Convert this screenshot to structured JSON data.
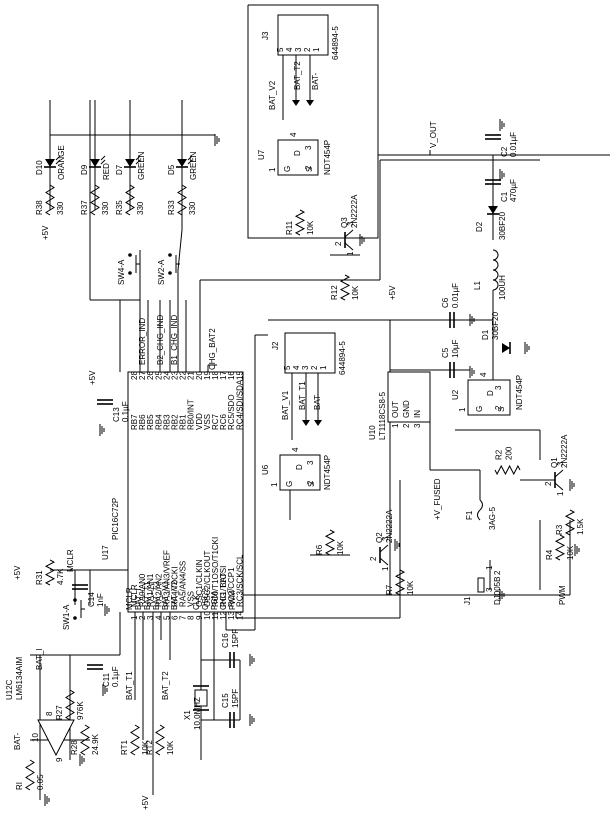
{
  "u17": {
    "ref": "U17",
    "part": "PIC16C72P",
    "left_pins": [
      {
        "name": "MCLR",
        "num": "1"
      },
      {
        "name": "RA0/AN0",
        "num": "2"
      },
      {
        "name": "RA1/AN1",
        "num": "3"
      },
      {
        "name": "RA2/AN2",
        "num": "4"
      },
      {
        "name": "RA3/AN3/VREF",
        "num": "5"
      },
      {
        "name": "RA4/T0CKI",
        "num": "6"
      },
      {
        "name": "RA5/AN4/SS",
        "num": "7"
      },
      {
        "name": "VSS",
        "num": "8"
      },
      {
        "name": "OSC1/CLKIN",
        "num": "9"
      },
      {
        "name": "OSC2/CLKOUT",
        "num": "10"
      },
      {
        "name": "RC0/T1OSO/T1CKI",
        "num": "11"
      },
      {
        "name": "RC1/T1OSI",
        "num": "12"
      },
      {
        "name": "RC2/CCP1",
        "num": "13"
      },
      {
        "name": "RC3/SCK/SCL",
        "num": "14"
      }
    ],
    "right_pins": [
      {
        "name": "RB7",
        "num": "28"
      },
      {
        "name": "RB6",
        "num": "27"
      },
      {
        "name": "RB5",
        "num": "26"
      },
      {
        "name": "RB4",
        "num": "25"
      },
      {
        "name": "RB3",
        "num": "24"
      },
      {
        "name": "RB2",
        "num": "23"
      },
      {
        "name": "RB1",
        "num": "22"
      },
      {
        "name": "RB0/INT",
        "num": "21"
      },
      {
        "name": "VDD",
        "num": "20"
      },
      {
        "name": "VSS",
        "num": "19"
      },
      {
        "name": "RC7",
        "num": "18"
      },
      {
        "name": "RC6",
        "num": "17"
      },
      {
        "name": "RC5/SDO",
        "num": "16"
      },
      {
        "name": "RC4/SDI/SDA",
        "num": "15"
      }
    ]
  },
  "u12": {
    "ref": "U12C",
    "part": "LM6134AIM",
    "pins": [
      "8",
      "9",
      "10"
    ]
  },
  "u10": {
    "ref": "U10",
    "part": "LT1118CS8-5",
    "pins": [
      "OUT",
      "GND",
      "IN"
    ],
    "pin_nums": [
      "1",
      "2",
      "3"
    ]
  },
  "fets": [
    {
      "ref": "U7",
      "part": "NDT454P",
      "pins": [
        "G",
        "D",
        "S"
      ],
      "nums": [
        "1",
        "2",
        "3",
        "4"
      ]
    },
    {
      "ref": "U6",
      "part": "NDT454P",
      "pins": [
        "G",
        "D",
        "S"
      ],
      "nums": [
        "1",
        "2",
        "3",
        "4"
      ]
    },
    {
      "ref": "U2",
      "part": "NDT454P",
      "pins": [
        "G",
        "D",
        "S"
      ],
      "nums": [
        "1",
        "2",
        "3",
        "4"
      ]
    }
  ],
  "connectors": [
    {
      "ref": "J3",
      "part": "644894-5",
      "pins": [
        "5",
        "4",
        "3",
        "2",
        "1"
      ]
    },
    {
      "ref": "J2",
      "part": "644894-5",
      "pins": [
        "5",
        "4",
        "3",
        "2",
        "1"
      ]
    },
    {
      "ref": "J1",
      "part": "DJ005B",
      "pins": [
        "1",
        "2",
        "3"
      ]
    }
  ],
  "transistors": [
    {
      "ref": "Q3",
      "part": "2N2222A",
      "pins": [
        "1",
        "2",
        "3"
      ]
    },
    {
      "ref": "Q2",
      "part": "2N2222A",
      "pins": [
        "1",
        "2",
        "3"
      ]
    },
    {
      "ref": "Q1",
      "part": "2N2222A",
      "pins": [
        "1",
        "2",
        "3"
      ]
    }
  ],
  "resistors": [
    {
      "ref": "R38",
      "value": "330"
    },
    {
      "ref": "R37",
      "value": "330"
    },
    {
      "ref": "R35",
      "value": "330"
    },
    {
      "ref": "R33",
      "value": "330"
    },
    {
      "ref": "R31",
      "value": "4.7K"
    },
    {
      "ref": "R27",
      "value": "976K"
    },
    {
      "ref": "R28",
      "value": "24.9K"
    },
    {
      "ref": "RI",
      "value": "0.05"
    },
    {
      "ref": "RT1",
      "value": "10K"
    },
    {
      "ref": "RT2",
      "value": "10K"
    },
    {
      "ref": "R11",
      "value": "10K"
    },
    {
      "ref": "R12",
      "value": "10K"
    },
    {
      "ref": "R6",
      "value": "10K"
    },
    {
      "ref": "R7",
      "value": "10K"
    },
    {
      "ref": "R2",
      "value": "200"
    },
    {
      "ref": "R3",
      "value": "1.5K"
    },
    {
      "ref": "R4",
      "value": "10K"
    }
  ],
  "capacitors": [
    {
      "ref": "C13",
      "value": "0.1µF"
    },
    {
      "ref": "C14",
      "value": "1nF"
    },
    {
      "ref": "C11",
      "value": "0.1µF"
    },
    {
      "ref": "C16",
      "value": "15PF"
    },
    {
      "ref": "C15",
      "value": "15PF"
    },
    {
      "ref": "C2",
      "value": "0.01µF"
    },
    {
      "ref": "C1",
      "value": "470µF"
    },
    {
      "ref": "C6",
      "value": "0.01µF"
    },
    {
      "ref": "C5",
      "value": "10µF"
    }
  ],
  "leds": [
    {
      "ref": "D10",
      "color": "ORANGE"
    },
    {
      "ref": "D9",
      "color": "RED"
    },
    {
      "ref": "D7",
      "color": "GREEN"
    },
    {
      "ref": "D5",
      "color": "GREEN"
    }
  ],
  "diodes": [
    {
      "ref": "D2",
      "part": "30BF20"
    },
    {
      "ref": "D1",
      "part": "30BF20"
    }
  ],
  "inductor": {
    "ref": "L1",
    "value": "100UH"
  },
  "crystal": {
    "ref": "X1",
    "value": "10.0MHZ"
  },
  "fuse": {
    "ref": "F1",
    "value": "3AG-5"
  },
  "switches": [
    {
      "ref": "SW4-A"
    },
    {
      "ref": "SW2-A"
    },
    {
      "ref": "SW1-A"
    }
  ],
  "nets": {
    "vcc": "+5V",
    "vout": "V_OUT",
    "vfused": "+V_FUSED",
    "bat_i": "BAT_I",
    "bat_t1": "BAT_T1",
    "bat_t2": "BAT_T2",
    "bat_v1": "BAT_V1",
    "bat_v2": "BAT_V2",
    "bat_minus": "BAT-",
    "mclr": "MCLR",
    "chg_bat": "CHG_BAT",
    "chg_bat2": "CHG_BAT2",
    "pwm": "PWM",
    "error_ind": "ERROR_IND",
    "b2_chg_ind": "B2_CHG_IND",
    "b1_chg_ind": "B1_CHG_IND",
    "clk": "CLK",
    "osc2": "OSC2",
    "pgm": "PGM"
  }
}
